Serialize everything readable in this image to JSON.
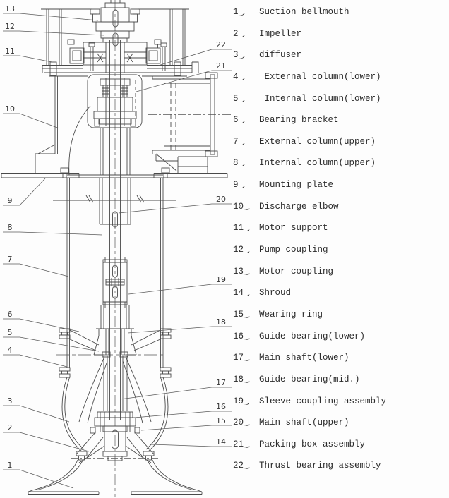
{
  "page": {
    "background": "#fdfdfd",
    "line_color": "#4a4a4a",
    "text_color": "#2b2b2b"
  },
  "drawing": {
    "description": "vertical-turbine-pump-cross-section",
    "callouts": [
      "1",
      "2",
      "3",
      "4",
      "5",
      "6",
      "7",
      "8",
      "9",
      "10",
      "11",
      "12",
      "13",
      "14",
      "15",
      "16",
      "17",
      "18",
      "19",
      "20",
      "21",
      "22"
    ]
  },
  "parts_list": {
    "enum_mark": "、",
    "items": [
      {
        "num": "1",
        "label": "Suction bellmouth"
      },
      {
        "num": "2",
        "label": "Impeller"
      },
      {
        "num": "3",
        "label": "diffuser"
      },
      {
        "num": "4",
        "label": " External column(lower)"
      },
      {
        "num": "5",
        "label": " Internal column(lower)"
      },
      {
        "num": "6",
        "label": "Bearing bracket"
      },
      {
        "num": "7",
        "label": "External column(upper)"
      },
      {
        "num": "8",
        "label": "Internal column(upper)"
      },
      {
        "num": "9",
        "label": "Mounting plate"
      },
      {
        "num": "10",
        "label": "Discharge elbow"
      },
      {
        "num": "11",
        "label": "Motor support"
      },
      {
        "num": "12",
        "label": "Pump coupling"
      },
      {
        "num": "13",
        "label": "Motor coupling"
      },
      {
        "num": "14",
        "label": "Shroud"
      },
      {
        "num": "15",
        "label": "Wearing ring"
      },
      {
        "num": "16",
        "label": "Guide bearing(lower)"
      },
      {
        "num": "17",
        "label": "Main shaft(lower)"
      },
      {
        "num": "18",
        "label": "Guide bearing(mid.)"
      },
      {
        "num": "19",
        "label": "Sleeve coupling assembly"
      },
      {
        "num": "20",
        "label": "Main shaft(upper)"
      },
      {
        "num": "21",
        "label": "Packing box assembly"
      },
      {
        "num": "22",
        "label": "Thrust bearing assembly"
      }
    ]
  }
}
